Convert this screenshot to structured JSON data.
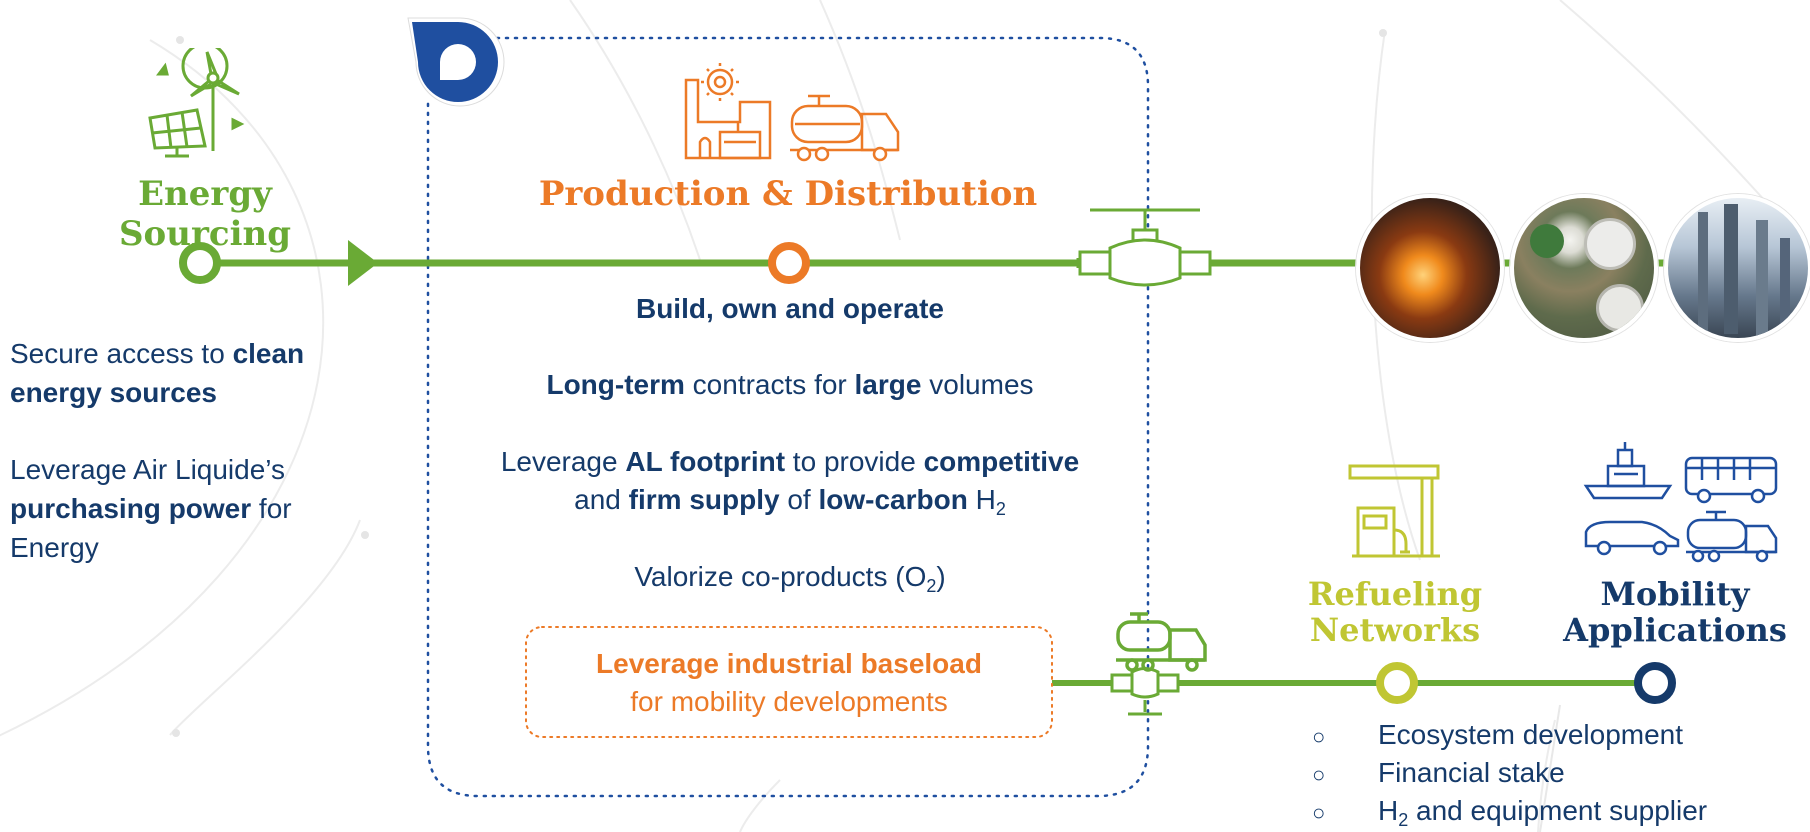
{
  "colors": {
    "green": "#6aaa35",
    "orange": "#ec7a27",
    "lime": "#c0c633",
    "navy": "#153a6a",
    "logo_blue": "#1f4fa0"
  },
  "logo": {
    "icon": "air-liquide-logo-icon"
  },
  "energy": {
    "title": "Energy Sourcing",
    "icon": "solar-wind-icon",
    "line1_pre": "Secure access to ",
    "line1_bold": "clean energy sources",
    "line2_pre": "Leverage Air Liquide’s ",
    "line2_bold": "purchasing power",
    "line2_post": " for Energy"
  },
  "production": {
    "title": "Production & Distribution",
    "icons": [
      "factory-icon",
      "tanker-truck-icon"
    ],
    "build": "Build, own and operate",
    "contracts_b1": "Long-term",
    "contracts_t1": " contracts for ",
    "contracts_b2": "large",
    "contracts_t2": " volumes",
    "lev_t1": "Leverage ",
    "lev_b1": "AL footprint",
    "lev_t2": " to provide ",
    "lev_b2": "competitive",
    "lev_t3": "and ",
    "lev_b3": "firm supply",
    "lev_t4": " of ",
    "lev_b4": "low-carbon",
    "lev_t5": " H",
    "lev_sub": "2",
    "valorize_pre": "Valorize co-products (O",
    "valorize_sub": "2",
    "valorize_post": ")",
    "baseload_bold": "Leverage industrial baseload",
    "baseload_text": "for mobility developments"
  },
  "industry_photos": [
    "steel-furnace-photo",
    "storage-tanks-photo",
    "refinery-photo"
  ],
  "refueling": {
    "title_l1": "Refueling",
    "title_l2": "Networks",
    "icon": "fuel-station-icon"
  },
  "mobility": {
    "title_l1": "Mobility",
    "title_l2": "Applications",
    "icons": [
      "ship-icon",
      "bus-icon",
      "car-icon",
      "truck-icon"
    ]
  },
  "bullets": {
    "marker": "○",
    "item1": "Ecosystem development",
    "item2": "Financial stake",
    "item3_pre": "H",
    "item3_sub": "2",
    "item3_post": " and equipment supplier"
  }
}
